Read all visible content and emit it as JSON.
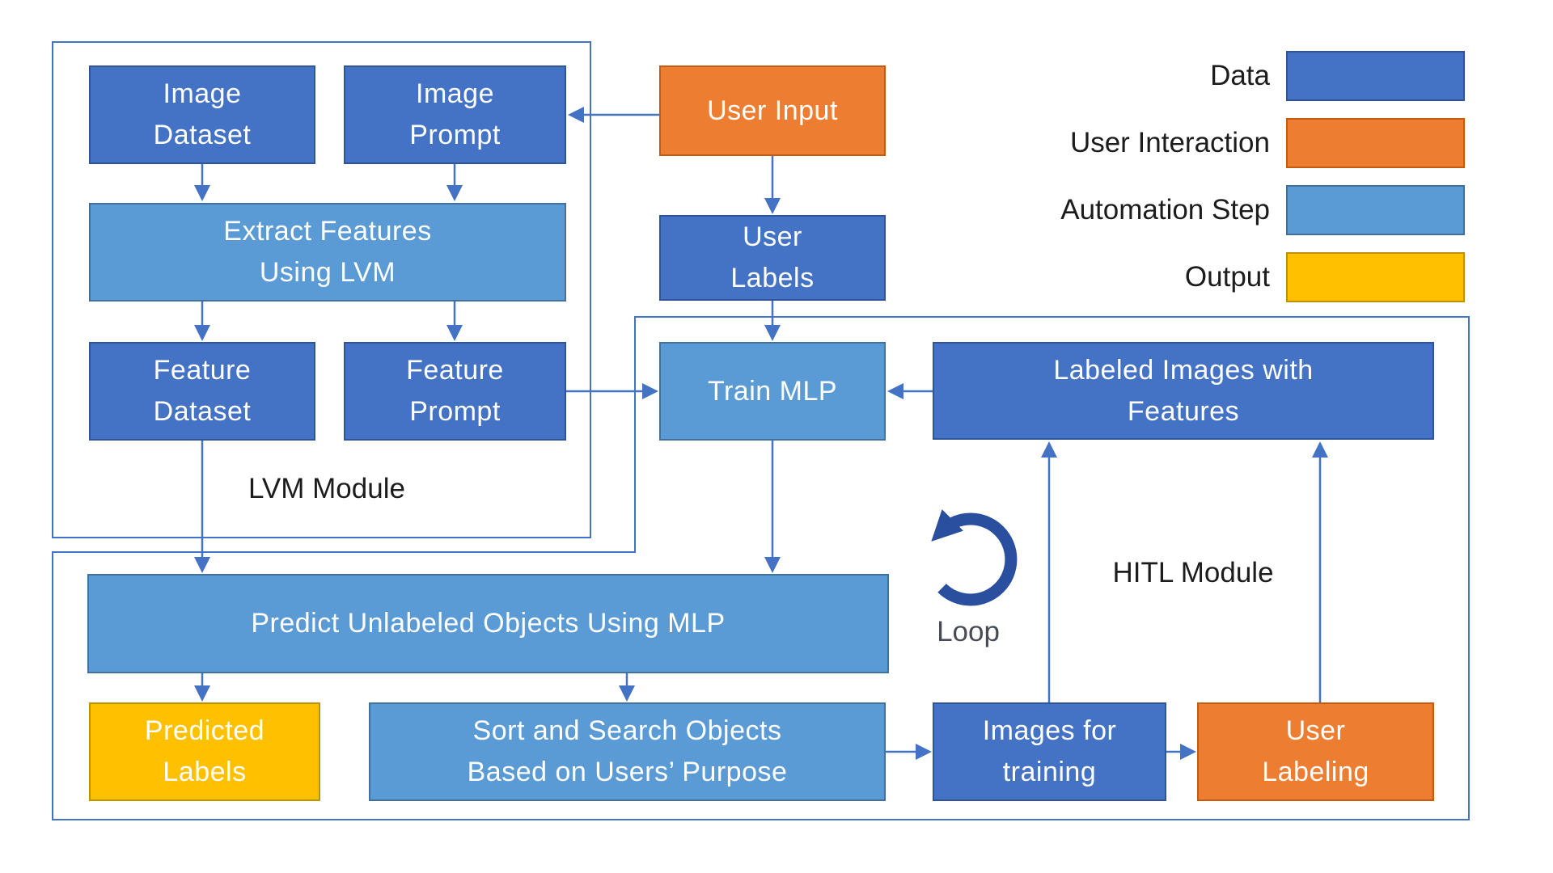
{
  "modules": {
    "lvm": {
      "label": "LVM Module"
    },
    "hitl": {
      "label": "HITL Module"
    }
  },
  "nodes": {
    "image_dataset": {
      "label": "Image\nDataset",
      "type": "data"
    },
    "image_prompt": {
      "label": "Image\nPrompt",
      "type": "data"
    },
    "extract_features": {
      "label": "Extract Features\nUsing LVM",
      "type": "automation"
    },
    "feature_dataset": {
      "label": "Feature\nDataset",
      "type": "data"
    },
    "feature_prompt": {
      "label": "Feature\nPrompt",
      "type": "data"
    },
    "user_input": {
      "label": "User Input",
      "type": "user-interaction"
    },
    "user_labels": {
      "label": "User\nLabels",
      "type": "data"
    },
    "train_mlp": {
      "label": "Train MLP",
      "type": "automation"
    },
    "labeled_images": {
      "label": "Labeled Images with\nFeatures",
      "type": "data"
    },
    "predict": {
      "label": "Predict Unlabeled Objects Using MLP",
      "type": "automation"
    },
    "predicted_labels": {
      "label": "Predicted\nLabels",
      "type": "output"
    },
    "sort_search": {
      "label": "Sort and Search Objects\nBased on Users’ Purpose",
      "type": "automation"
    },
    "images_training": {
      "label": "Images for\ntraining",
      "type": "data"
    },
    "user_labeling": {
      "label": "User\nLabeling",
      "type": "user-interaction"
    }
  },
  "edges": [
    {
      "from": "image_dataset",
      "to": "extract_features"
    },
    {
      "from": "image_prompt",
      "to": "extract_features"
    },
    {
      "from": "extract_features",
      "to": "feature_dataset"
    },
    {
      "from": "extract_features",
      "to": "feature_prompt"
    },
    {
      "from": "user_input",
      "to": "image_prompt"
    },
    {
      "from": "user_input",
      "to": "user_labels"
    },
    {
      "from": "user_labels",
      "to": "train_mlp"
    },
    {
      "from": "feature_prompt",
      "to": "train_mlp"
    },
    {
      "from": "labeled_images",
      "to": "train_mlp"
    },
    {
      "from": "train_mlp",
      "to": "predict"
    },
    {
      "from": "feature_dataset",
      "to": "predict"
    },
    {
      "from": "predict",
      "to": "predicted_labels"
    },
    {
      "from": "predict",
      "to": "sort_search"
    },
    {
      "from": "sort_search",
      "to": "images_training"
    },
    {
      "from": "images_training",
      "to": "user_labeling"
    },
    {
      "from": "images_training",
      "to": "labeled_images"
    },
    {
      "from": "user_labeling",
      "to": "labeled_images"
    }
  ],
  "loop": {
    "label": "Loop"
  },
  "legend": {
    "items": [
      {
        "label": "Data",
        "color": "#4472C4"
      },
      {
        "label": "User Interaction",
        "color": "#ED7D31"
      },
      {
        "label": "Automation Step",
        "color": "#5B9BD5"
      },
      {
        "label": "Output",
        "color": "#FFC000"
      }
    ]
  },
  "colors": {
    "data": "#4472C4",
    "user_interaction": "#ED7D31",
    "automation_step": "#5B9BD5",
    "output": "#FFC000",
    "connector": "#4472C4",
    "loop_icon": "#2A4F9E"
  }
}
